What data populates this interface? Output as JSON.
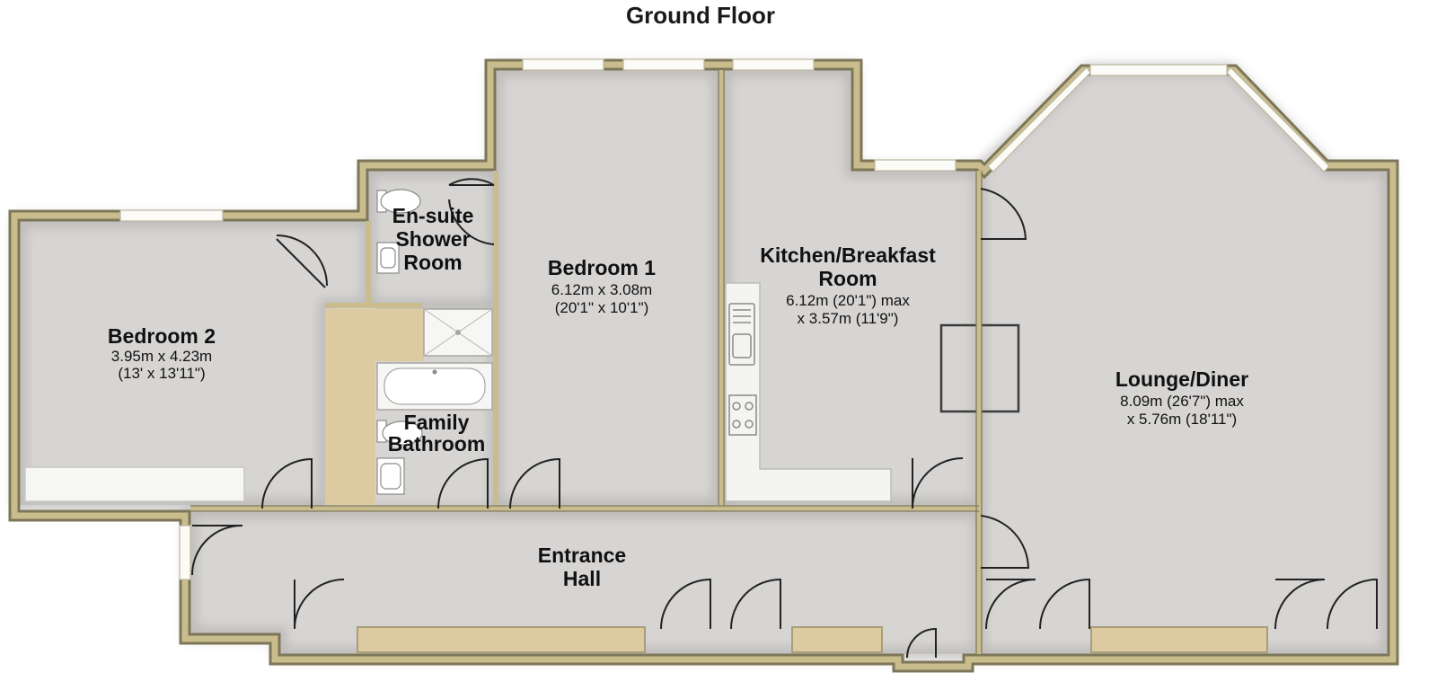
{
  "floor_title": "Ground Floor",
  "colors": {
    "wall_outer": "#7d7658",
    "wall_inner": "#c9bd8e",
    "floor": "#d7d5d3",
    "shadow": "#b9b7b5",
    "fixture": "#f4f4f2",
    "cabinet": "#dccba0",
    "window": "#fbfbf8"
  },
  "rooms": {
    "bedroom2": {
      "name": "Bedroom 2",
      "dim1": "3.95m x 4.23m",
      "dim2": "(13' x 13'11\")"
    },
    "ensuite": {
      "name1": "En-suite",
      "name2": "Shower",
      "name3": "Room"
    },
    "bedroom1": {
      "name": "Bedroom 1",
      "dim1": "6.12m x 3.08m",
      "dim2": "(20'1\" x 10'1\")"
    },
    "kitchen": {
      "name1": "Kitchen/Breakfast",
      "name2": "Room",
      "dim1": "6.12m (20'1\") max",
      "dim2": "x 3.57m (11'9\")"
    },
    "lounge": {
      "name": "Lounge/Diner",
      "dim1": "8.09m (26'7\") max",
      "dim2": "x 5.76m (18'11\")"
    },
    "bathroom": {
      "name1": "Family",
      "name2": "Bathroom"
    },
    "hall": {
      "name1": "Entrance",
      "name2": "Hall"
    }
  },
  "icons": [
    "door-swing-icon",
    "window-icon",
    "sink-icon",
    "hob-icon",
    "bathtub-icon",
    "shower-tray-icon",
    "toilet-icon",
    "dining-table-icon"
  ]
}
